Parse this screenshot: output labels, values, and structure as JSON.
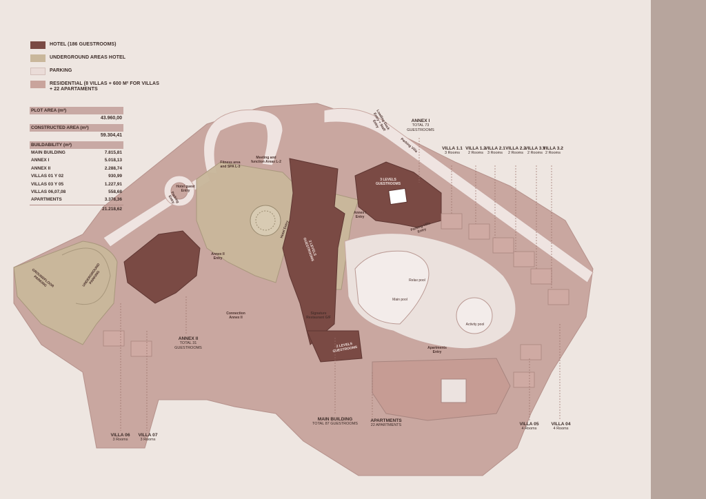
{
  "legend": [
    {
      "label": "HOTEL (186 GUESTROOMS)",
      "color": "#7a4a44"
    },
    {
      "label": "UNDERGROUND AREAS HOTEL",
      "color": "#c9b79b"
    },
    {
      "label": "PARKING",
      "color": "#eadcd8"
    },
    {
      "label": "RESIDENTIAL (8 VILLAS + 600 M² FOR VILLAS + 22 APARTAMENTS",
      "color": "#c9a49c"
    }
  ],
  "areas": {
    "plot_area_label": "PLOT AREA (m²)",
    "plot_area_value": "43.960,00",
    "constructed_label": "CONSTRUCTED AREA (m²)",
    "constructed_value": "59.304,41",
    "buildability_label": "BUILDABILITY (m²)",
    "rows": [
      {
        "name": "MAIN BUILDING",
        "value": "7.815,81"
      },
      {
        "name": "ANNEX I",
        "value": "5.018,13"
      },
      {
        "name": "ANNEX II",
        "value": "2.288,74"
      },
      {
        "name": "VILLAS 01 Y 02",
        "value": "930,99"
      },
      {
        "name": "VILLAS 03 Y 05",
        "value": "1.227,91"
      },
      {
        "name": "VILLAS 06,07,08",
        "value": "558,68"
      },
      {
        "name": "APARTMENTS",
        "value": "3.378,36"
      }
    ],
    "total": "21.218,62"
  },
  "labels": {
    "annex1_title": "ANNEX I",
    "annex1_sub": "TOTAL 73 GUESTROOMS",
    "annex2_title": "ANNEX II",
    "annex2_sub": "TOTAL 31 GUESTROOMS",
    "main_title": "MAIN BUILDING",
    "main_sub": "TOTAL 87 GUESTROOMS",
    "apartments_title": "APARTMENTS",
    "apartments_sub": "22 APARTMENTS",
    "villa06": "VILLA 06",
    "villa06_rooms": "3 Rooms",
    "villa07": "VILLA 07",
    "villa07_rooms": "3 Rooms",
    "villa05": "VILLA 05",
    "villa05_rooms": "4 Rooms",
    "villa04": "VILLA 04",
    "villa04_rooms": "4 Rooms",
    "villa11": "VILLA 1.1",
    "villa11_rooms": "3 Rooms",
    "villa12": "VILLA 1.2",
    "villa12_rooms": "2 Rooms",
    "villa21": "VILLA 2.1",
    "villa21_rooms": "3 Rooms",
    "villa22": "VILLA 2.2",
    "villa22_rooms": "2 Rooms",
    "villa31": "VILLA 3.1",
    "villa31_rooms": "2 Rooms",
    "villa32": "VILLA 3.2",
    "villa32_rooms": "2 Rooms",
    "fitness": "Fitness area and SPA L-3",
    "meeting": "Meeting and function Areas L-2",
    "hotel_guest_entry": "Hotel guest Entry",
    "parking_entry": "Parking Entry",
    "annex1_entry": "Annex I Entry",
    "annex2_entry": "Annex II Entry",
    "hotel_entry": "Hotel Entry",
    "connection_annex2": "Connection Annex II",
    "signature_restaurant": "Signature Restaurant G/F",
    "levels3_a": "3 LEVELS GUESTROOMS",
    "levels3_b": "3 LEVELS GUESTROOMS",
    "levels2": "2 LEVELS GUESTROOMS",
    "underground_parking": "UNDERGROUND PARKING",
    "groundfloor_parking": "GROUNDFLOOR PARKING",
    "loading_dock": "Loading Dock Entry + Staff Entry",
    "parking_villa": "Parking Villa",
    "apartments_entry": "Apartments Entry",
    "parking_villa_entry": "Parking Villa Entry",
    "main_pool": "Main pool",
    "relax_pool": "Relax pool",
    "activity_pool": "Activity pool"
  }
}
